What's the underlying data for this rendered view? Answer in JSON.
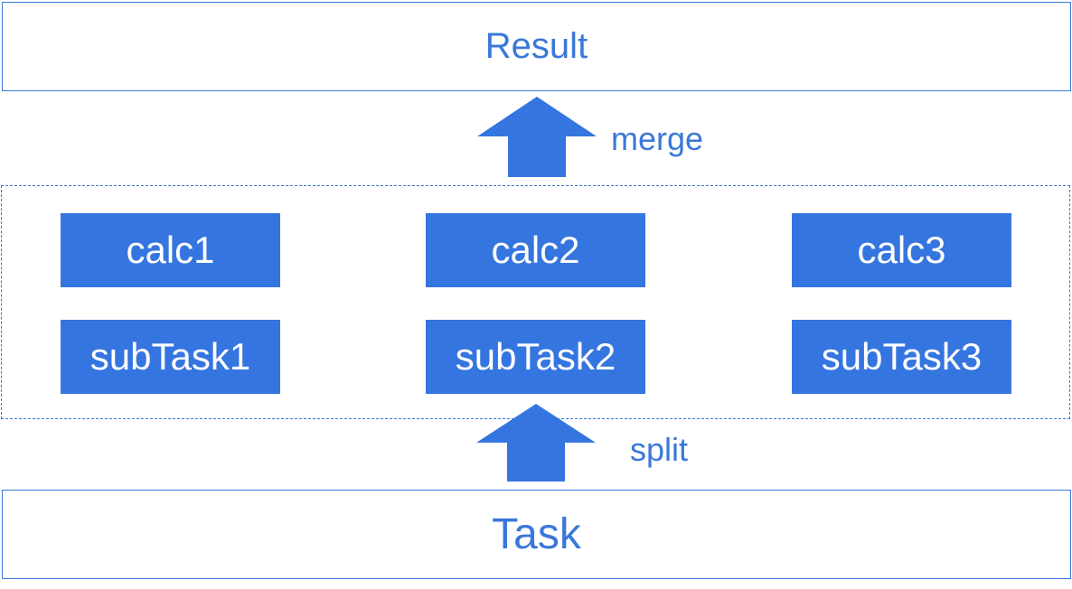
{
  "result": {
    "label": "Result"
  },
  "task": {
    "label": "Task"
  },
  "edges": {
    "merge": {
      "label": "merge"
    },
    "split": {
      "label": "split"
    }
  },
  "columns": [
    {
      "calc": "calc1",
      "subtask": "subTask1"
    },
    {
      "calc": "calc2",
      "subtask": "subTask2"
    },
    {
      "calc": "calc3",
      "subtask": "subTask3"
    }
  ],
  "colors": {
    "accent": "#3575e0",
    "text": "#3a78d8",
    "background": "#ffffff"
  }
}
